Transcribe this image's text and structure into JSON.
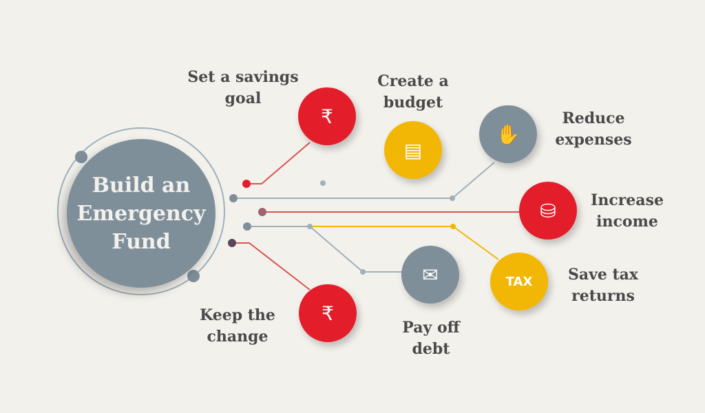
{
  "title": "Build an Emergency Fund",
  "title_lines": [
    "Build an",
    "Emergency",
    "Fund"
  ],
  "colors": {
    "red": "#e31e2a",
    "yellow": "#f2b705",
    "grey": "#7f8f9a",
    "background": "#f3f1ec"
  },
  "steps": [
    {
      "lines": [
        "Set a savings",
        "goal"
      ],
      "icon": "rupee-coins-wallet-icon",
      "glyph": "₹"
    },
    {
      "lines": [
        "Create a",
        "budget"
      ],
      "icon": "budget-document-icon",
      "glyph": "▤"
    },
    {
      "lines": [
        "Reduce",
        "expenses"
      ],
      "icon": "cash-hand-icon",
      "glyph": "✋"
    },
    {
      "lines": [
        "Increase",
        "income"
      ],
      "icon": "coin-stack-hand-icon",
      "glyph": "⛁"
    },
    {
      "lines": [
        "Save tax",
        "returns"
      ],
      "icon": "tax-document-icon",
      "glyph": "TAX"
    },
    {
      "lines": [
        "Pay off",
        "debt"
      ],
      "icon": "money-envelope-icon",
      "glyph": "✉"
    },
    {
      "lines": [
        "Keep the",
        "change"
      ],
      "icon": "rupee-banknote-icon",
      "glyph": "₹"
    }
  ]
}
